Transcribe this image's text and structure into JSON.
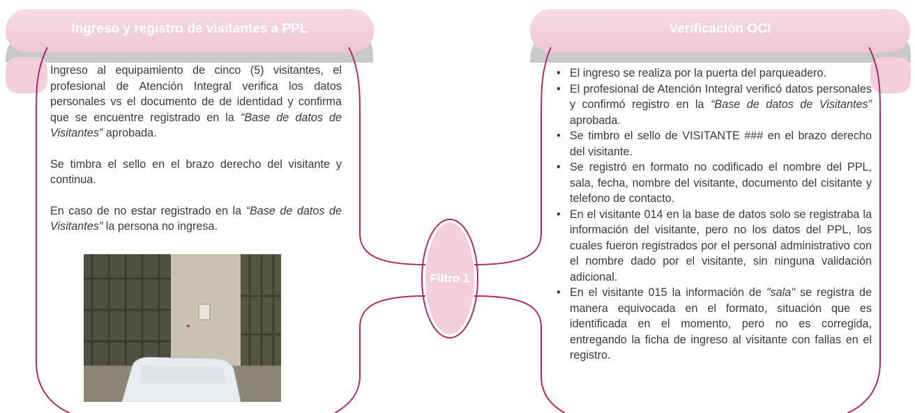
{
  "colors": {
    "pink_band": "#f3cfdc",
    "shadow_band": "#c9c9c9",
    "magenta_line": "#b02a66",
    "title_text": "#ffffff",
    "body_text": "#3a3a3a"
  },
  "left_panel": {
    "title": "Ingreso y registro de visitantes a PPL",
    "p1_pre": "Ingreso al equipamiento de cinco (5) visitantes, el profesional de Atención Integral verifica los datos personales vs el documento de de identidad y confirma que se encuentre registrado en la ",
    "p1_em": "“Base de datos de Visitantes”",
    "p1_post": " aprobada.",
    "p2": "Se timbra el sello en el brazo derecho del visitante y continua.",
    "p3_pre": "En caso de no estar registrado en la ",
    "p3_em": "“Base de datos de Visitantes”",
    "p3_post": " la persona no ingresa."
  },
  "center": {
    "label": "Filtro 1"
  },
  "right_panel": {
    "title": "Verificación OCI",
    "b1": "El ingreso se realiza por la puerta del parqueadero.",
    "b2_pre": "El profesional de Atención Integral verificó datos personales y confirmó registro en la ",
    "b2_em": "“Base de datos de Visitantes”",
    "b2_post": " aprobada.",
    "b3": "Se timbro el sello de VISITANTE ### en el brazo derecho del visitante.",
    "b4": "Se registró en formato no codificado el nombre del PPL, sala, fecha, nombre del visitante, documento del cisitante y telefono de contacto.",
    "b5": "En el visitante 014 en la base de datos solo se registraba la información del visitante, pero no los datos del PPL, los cuales fueron registrados por el personal administrativo con el nombre dado por el visitante, sin ninguna validación adicional.",
    "b6_pre": "En el visitante 015 la información de ",
    "b6_em": "\"sala\"",
    "b6_post": " se registra de manera equivocada en el formato, situación que es identificada en el momento, pero no es corregida, entregando la ficha de ingreso al visitante con fallas en el registro."
  }
}
